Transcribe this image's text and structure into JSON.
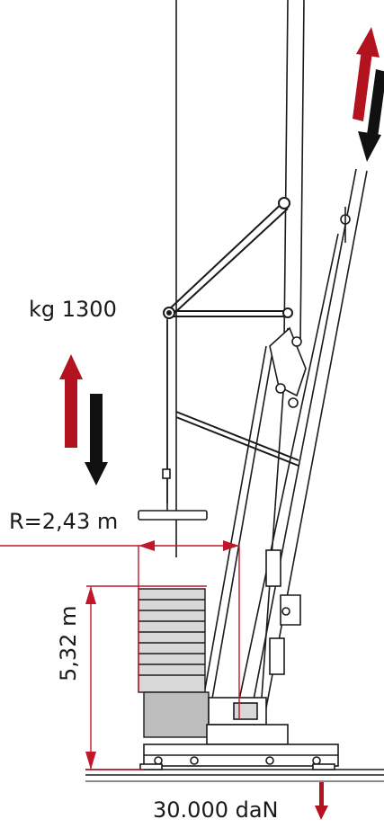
{
  "labels": {
    "counterweight": "kg 1300",
    "radius": "R=2,43 m",
    "height": "5,32 m",
    "load": "30.000 daN"
  },
  "colors": {
    "line": "#1a1a1a",
    "dimension": "#c0182a",
    "arrow_red": "#b3121f",
    "arrow_black": "#111111",
    "counterweight_fill": "#d8d8d8",
    "base_fill": "#bdbdbd"
  }
}
